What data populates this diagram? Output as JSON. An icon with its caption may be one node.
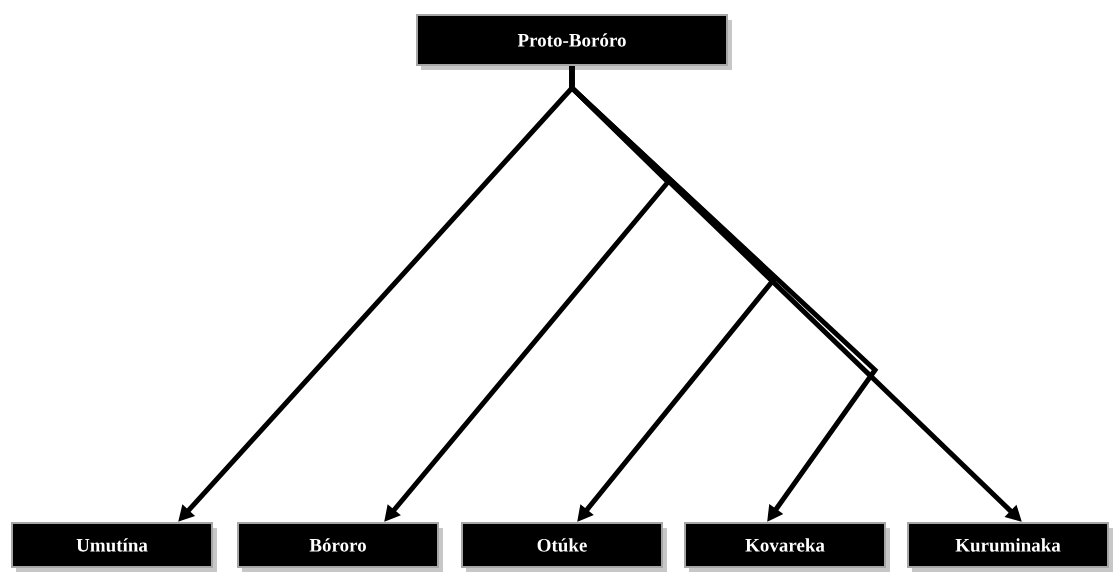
{
  "diagram": {
    "nodes": [
      {
        "text": [
          "Proto-Boróro"
        ]
      },
      {
        "text": [
          "Umutína"
        ]
      },
      {
        "text": [
          "Bóroro"
        ]
      },
      {
        "text": [
          "Otúke"
        ]
      },
      {
        "text": [
          "Kovareka"
        ]
      },
      {
        "text": [
          "Kuruminaka"
        ]
      }
    ],
    "edges": [
      {
        "from": 0,
        "to": 1,
        "arrow": "to"
      },
      {
        "from": 0,
        "to": 2,
        "arrow": "to"
      },
      {
        "from": 0,
        "to": 3,
        "arrow": "to"
      },
      {
        "from": 0,
        "to": 4,
        "arrow": "to"
      },
      {
        "from": 0,
        "to": 5,
        "arrow": "to"
      }
    ]
  }
}
